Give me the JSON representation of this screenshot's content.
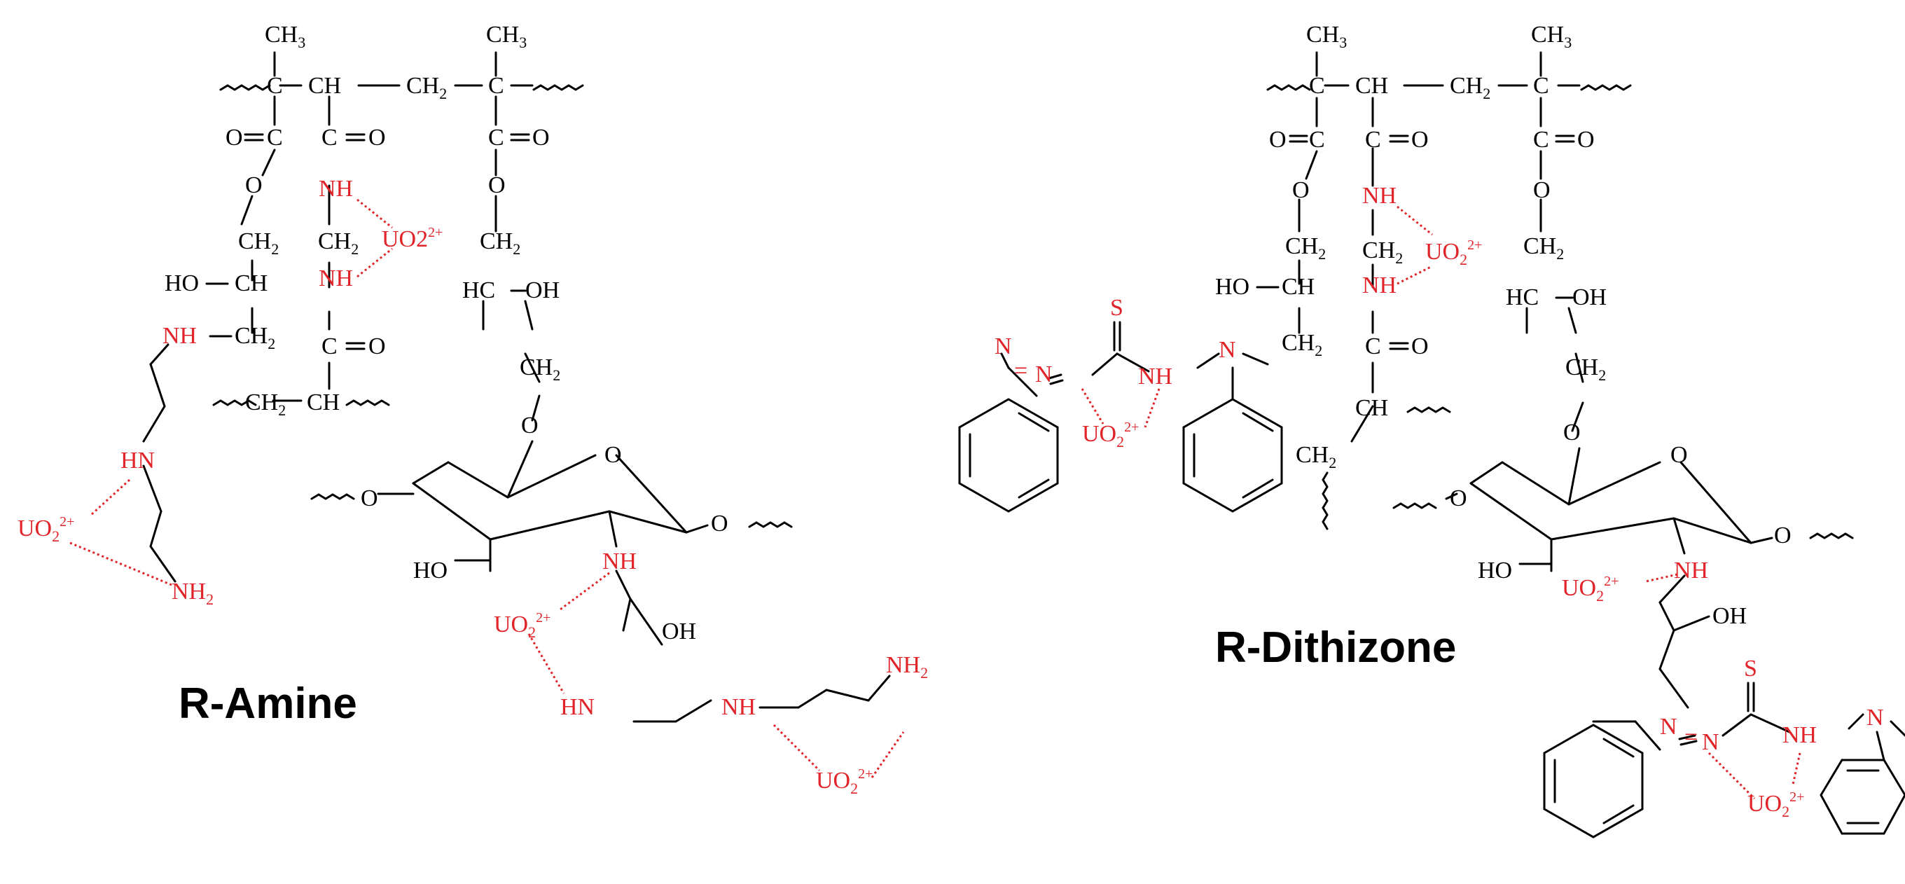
{
  "colors": {
    "bond": "#000000",
    "binding_site": "#e0242a",
    "background": "#ffffff"
  },
  "panels": [
    {
      "title": "R-Amine",
      "backbone_groups": [
        "CH3",
        "C",
        "CH",
        "CH2",
        "C",
        "CH3",
        "O",
        "C",
        "O",
        "C",
        "O",
        "O",
        "C",
        "O",
        "O",
        "CH2",
        "HO",
        "CH",
        "CH2",
        "HC",
        "OH",
        "CH2",
        "C",
        "O",
        "CH2",
        "CH",
        "O",
        "HO",
        "O",
        "O"
      ],
      "red_groups": [
        "NH",
        "NH",
        "UO2 2+",
        "NH",
        "HN",
        "UO2 2+",
        "NH2",
        "NH",
        "UO2 2+",
        "HN",
        "NH",
        "NH2",
        "UO2 2+"
      ],
      "other_labels": [
        "OH"
      ]
    },
    {
      "title": "R-Dithizone",
      "backbone_groups": [
        "CH3",
        "C",
        "CH",
        "CH2",
        "C",
        "CH3",
        "O",
        "C",
        "O",
        "C",
        "O",
        "O",
        "C",
        "O",
        "O",
        "CH2",
        "HO",
        "CH",
        "CH2",
        "HC",
        "OH",
        "CH2",
        "C",
        "O",
        "CH2",
        "CH",
        "CH2",
        "O",
        "O",
        "HO",
        "O",
        "OH"
      ],
      "red_groups": [
        "NH",
        "UO2 2+",
        "NH",
        "S",
        "N",
        "N",
        "NH",
        "N",
        "UO2 2+",
        "NH",
        "UO2 2+",
        "S",
        "N",
        "N",
        "NH",
        "N",
        "UO2 2+"
      ]
    }
  ]
}
